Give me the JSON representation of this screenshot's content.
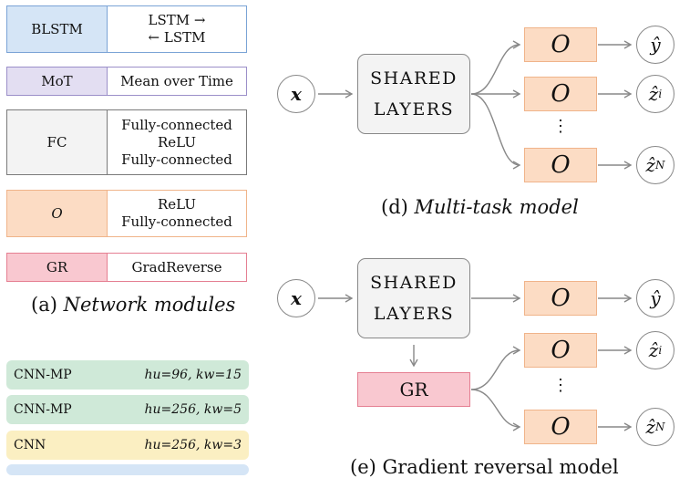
{
  "modules": {
    "blstm": {
      "label": "BLSTM",
      "desc_lines": [
        "LSTM →",
        "← LSTM"
      ]
    },
    "mot": {
      "label": "MoT",
      "desc_lines": [
        "Mean over Time"
      ]
    },
    "fc": {
      "label": "FC",
      "desc_lines": [
        "Fully-connected",
        "ReLU",
        "Fully-connected"
      ]
    },
    "o": {
      "label": "O",
      "desc_lines": [
        "ReLU",
        "Fully-connected"
      ]
    },
    "gr": {
      "label": "GR",
      "desc_lines": [
        "GradReverse"
      ]
    },
    "caption_prefix": "(a) ",
    "caption_italic": "Network modules"
  },
  "cnn_layers": [
    {
      "name": "CNN-MP",
      "params": "hu=96, kw=15"
    },
    {
      "name": "CNN-MP",
      "params": "hu=256, kw=5"
    },
    {
      "name": "CNN",
      "params": "hu=256, kw=3"
    }
  ],
  "multitask": {
    "input": "x",
    "shared_lines": [
      "SHARED",
      "LAYERS"
    ],
    "output_block": "O",
    "outputs": [
      "ŷ",
      "ẑ",
      "ẑ"
    ],
    "output_subs": [
      "",
      "i",
      "N"
    ],
    "dots": "⋮",
    "caption_prefix": "(d) ",
    "caption_italic": "Multi-task model"
  },
  "gradient": {
    "input": "x",
    "shared_lines": [
      "SHARED",
      "LAYERS"
    ],
    "gr_label": "GR",
    "output_block": "O",
    "outputs": [
      "ŷ",
      "ẑ",
      "ẑ"
    ],
    "output_subs": [
      "",
      "i",
      "N"
    ],
    "dots": "⋮",
    "caption_partial": "(e) Gradient reversal model"
  },
  "colors": {
    "blue": "#d5e5f6",
    "purple": "#e3def2",
    "gray": "#f3f3f3",
    "orange": "#fcdcc4",
    "pink": "#f9c8d0",
    "green": "#cfe9d8",
    "yellow": "#fbefc2"
  }
}
